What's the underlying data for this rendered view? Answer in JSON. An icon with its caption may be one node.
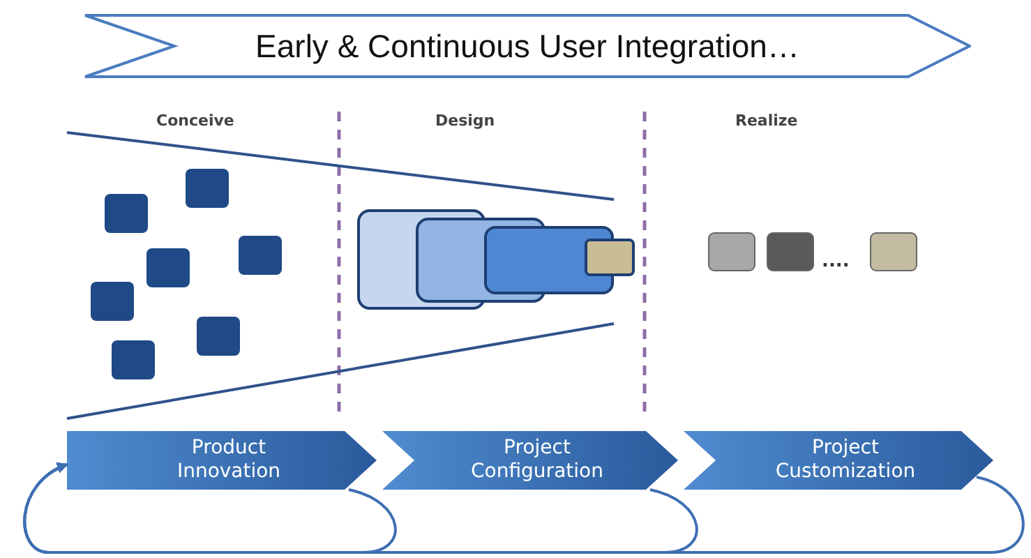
{
  "diagram": {
    "nodes": [
      {
        "text": [
          "Early & Continuous User Integration…"
        ]
      },
      {
        "text": [
          "Product Innovation"
        ]
      },
      {
        "text": [
          "Project Configuration"
        ]
      },
      {
        "text": [
          "Project Customization"
        ]
      }
    ],
    "edges": [
      {
        "from": 1,
        "to": 1,
        "arrow": "to"
      },
      {
        "from": 2,
        "to": 1,
        "arrow": "to"
      },
      {
        "from": 3,
        "to": 1,
        "arrow": "to"
      }
    ],
    "labels": [
      "Conceive",
      "Design",
      "Realize",
      "...."
    ]
  }
}
